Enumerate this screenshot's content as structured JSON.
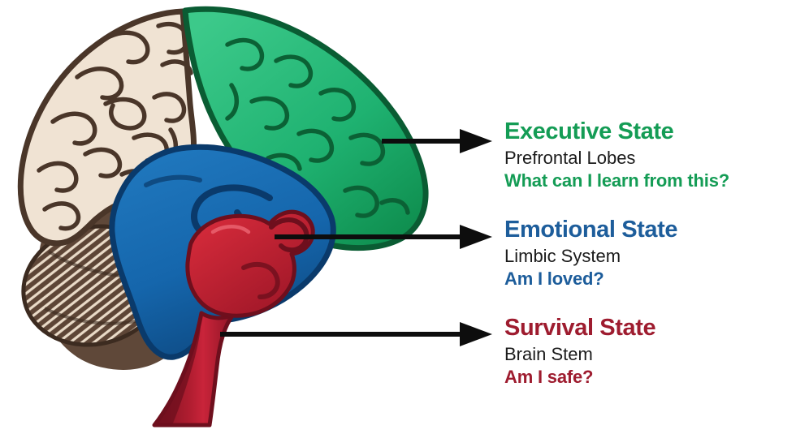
{
  "figure": {
    "background": "#ffffff",
    "arrow_color": "#0d0d0d",
    "labels": [
      {
        "id": "executive",
        "title": "Executive State",
        "subtitle": "Prefrontal Lobes",
        "question": "What can I learn from this?",
        "color": "#149c55"
      },
      {
        "id": "emotional",
        "title": "Emotional State",
        "subtitle": "Limbic System",
        "question": "Am I loved?",
        "color": "#1d5d9b"
      },
      {
        "id": "survival",
        "title": "Survival State",
        "subtitle": "Brain Stem",
        "question": "Am I safe?",
        "color": "#9e1c2f"
      }
    ],
    "regions": [
      {
        "name": "cerebrum",
        "color": "#f0e3d3"
      },
      {
        "name": "prefrontal-lobes",
        "color": "#1fb271"
      },
      {
        "name": "limbic-system",
        "color": "#1566ac"
      },
      {
        "name": "brain-stem",
        "color": "#c32433"
      },
      {
        "name": "cerebellum",
        "color": "#6a5140"
      }
    ]
  }
}
